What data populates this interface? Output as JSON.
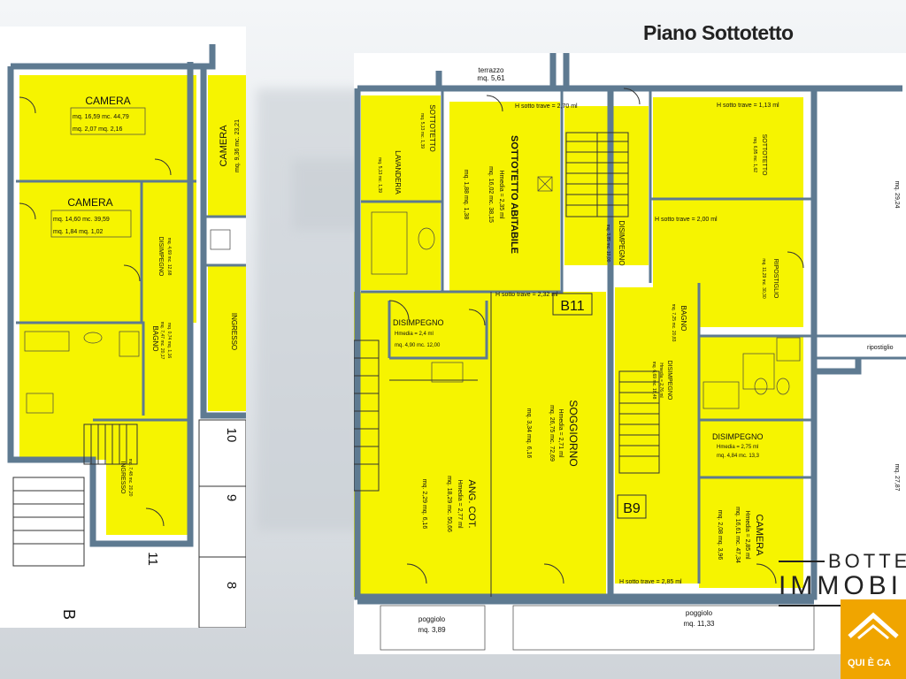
{
  "title": "Piano Sottotetto",
  "left_plan": {
    "rooms": [
      {
        "name": "CAMERA",
        "l1": "mq. 16,59  mc. 44,79",
        "l2": "mq. 2,07    mq. 2,16"
      },
      {
        "name": "CAMERA",
        "l1": "mq. 14,60  mc. 39,59",
        "l2": "mq. 1,84    mq. 1,02"
      },
      {
        "name": "CAMERA",
        "l1": "mq. 9,36  mc. 23,21"
      },
      {
        "name": "DISIMPEGNO",
        "l1": "mq. 4,69  mc. 12,68"
      },
      {
        "name": "BAGNO",
        "l1": "mq. 7,47  mc. 20,17",
        "l2": "mq. 0,74  mq. 1,16"
      },
      {
        "name": "INGRESSO",
        "l1": "mq. 7,48  mc. 20,20"
      },
      {
        "name": "INGRESSO",
        "l1": ""
      }
    ],
    "unit_numbers": [
      "10",
      "9",
      "11",
      "8",
      "B"
    ]
  },
  "right_plan": {
    "terrace": {
      "name": "terrazzo",
      "area": "mq. 5,61"
    },
    "rooms": [
      {
        "name": "SOTTOTETTO",
        "l1": "mq. 5,13  mc. 1,39"
      },
      {
        "name": "LAVANDERIA",
        "l1": "mq. 5,13  mc. 1,39"
      },
      {
        "name": "SOTTOTETTO ABITABILE",
        "l1": "Hmedia = 2,35 ml",
        "l2": "mq. 16,02  mc. 38,15",
        "l3": "mq. 1,88    mq. 1,38"
      },
      {
        "name": "DISIMPEGNO",
        "l1": "mq. 3,85  mc. 10,00"
      },
      {
        "name": "SOTTOTETTO",
        "l1": "mq. 6,85  mc. 1,62"
      },
      {
        "name": "RIPOSTIGLIO",
        "l1": "mq. 11,29  mc. 30,30"
      },
      {
        "name": "DISIMPEGNO",
        "l1": "Hmedia = 2,4 ml",
        "l2": "mq. 4,90   mc. 12,00"
      },
      {
        "name": "SOGGIORNO",
        "l1": "Hmedia = 2,71 ml",
        "l2": "mq. 26,75  mc. 72,69",
        "l3": "mq. 3,34   mq. 6,16"
      },
      {
        "name": "ANG. COT.",
        "l1": "Hmedia = 2,77 ml",
        "l2": "mq. 18,29  mc. 50,66",
        "l3": "mq. 2,29   mq. 6,16"
      },
      {
        "name": "BAGNO",
        "l1": "mq. 7,25  mc. 20,83"
      },
      {
        "name": "DISIMPEGNO",
        "l1": "Hmedia = 2,76 ml",
        "l2": "mq. 6,69  mc. 18,48"
      },
      {
        "name": "DISIMPEGNO",
        "l1": "Hmedia = 2,75 ml",
        "l2": "mq. 4,84   mc. 13,3"
      },
      {
        "name": "CAMERA",
        "l1": "Hmedia = 2,85 ml",
        "l2": "mq. 16,61  mc. 47,34",
        "l3": "mq. 2,08   mq. 3,96"
      }
    ],
    "heights": [
      "H sotto trave = 2,70 ml",
      "H sotto trave = 1,13 ml",
      "H sotto trave = 2,00 ml",
      "H sotto trave = 2,32 ml",
      "H sotto trave = 2,85 ml"
    ],
    "units": [
      "B11",
      "B9"
    ],
    "balconies": [
      {
        "name": "poggiolo",
        "area": "mq. 3,89"
      },
      {
        "name": "poggiolo",
        "area": "mq. 11,33"
      }
    ],
    "side": {
      "a": "mq. 29,24",
      "b": "mq. 27,87",
      "c": "ripostiglio"
    }
  },
  "logo": {
    "top": "BOTTE",
    "main": "IMMOBI",
    "badge": "QUI È CA",
    "accent": "#f0a500"
  },
  "colors": {
    "room_fill": "#f6f400",
    "wall": "#5e7a91"
  }
}
